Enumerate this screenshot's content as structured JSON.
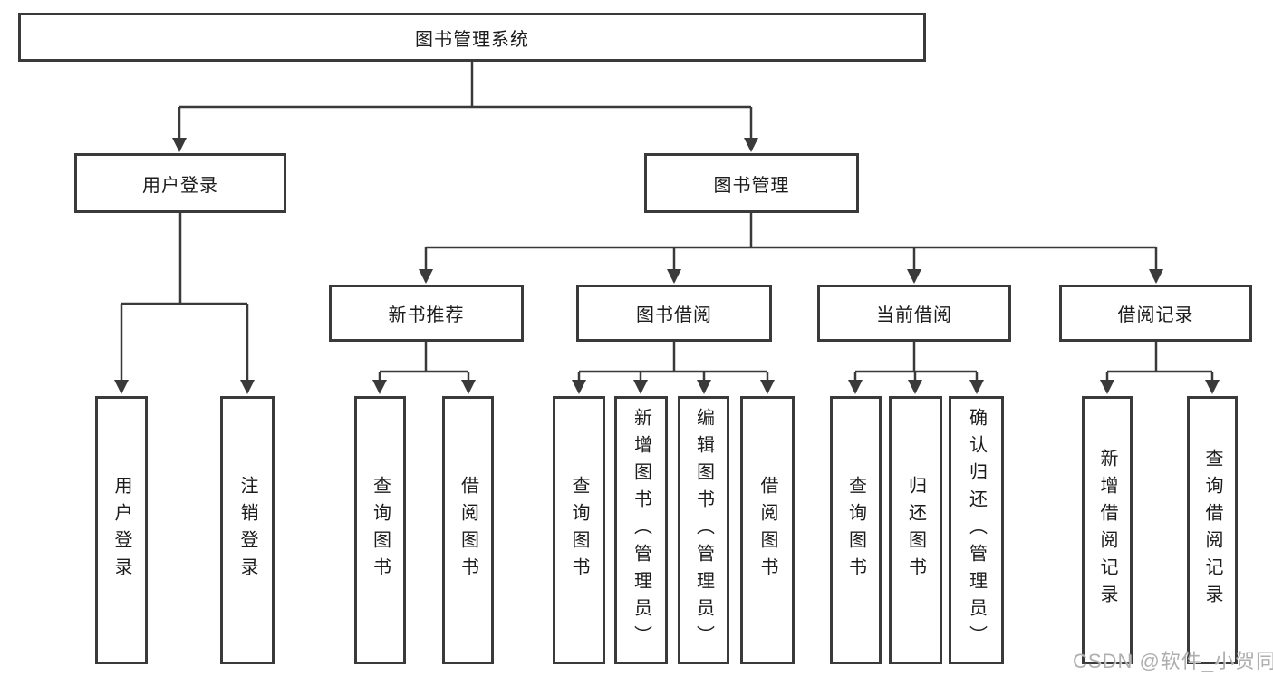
{
  "diagram": {
    "root": "图书管理系统",
    "login": {
      "label": "用户登录",
      "children": [
        "用户登录",
        "注销登录"
      ]
    },
    "mgmt": {
      "label": "图书管理",
      "groups": [
        {
          "label": "新书推荐",
          "children": [
            "查询图书",
            "借阅图书"
          ]
        },
        {
          "label": "图书借阅",
          "children": [
            "查询图书",
            "新增图书（管理员）",
            "编辑图书（管理员）",
            "借阅图书"
          ]
        },
        {
          "label": "当前借阅",
          "children": [
            "查询图书",
            "归还图书",
            "确认归还（管理员）"
          ]
        },
        {
          "label": "借阅记录",
          "children": [
            "新增借阅记录",
            "查询借阅记录"
          ]
        }
      ]
    }
  },
  "watermark": "CSDN @软件_小贺同学",
  "colors": {
    "line": "#3a3a3a",
    "box_border": "#3a3a3a",
    "box_background": "#ffffff",
    "text": "#1c1c1c",
    "watermark": "#a8a8a8"
  }
}
